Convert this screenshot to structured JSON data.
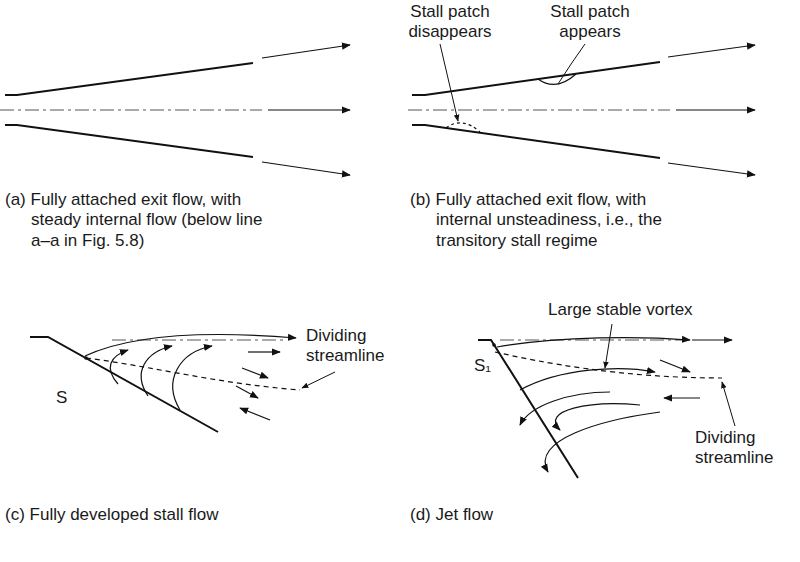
{
  "diagram": {
    "labels": [
      "Stall patch disappears",
      "Stall patch appears",
      "(a) Fully attached exit flow, with steady internal flow (below line a–a in Fig. 5.8)",
      "(b) Fully attached exit flow, with internal unsteadiness, i.e., the transitory stall regime",
      "S",
      "Dividing streamline",
      "(c) Fully developed stall flow",
      "Large stable vortex",
      "S₁",
      "Dividing streamline",
      "(d) Jet flow"
    ]
  }
}
